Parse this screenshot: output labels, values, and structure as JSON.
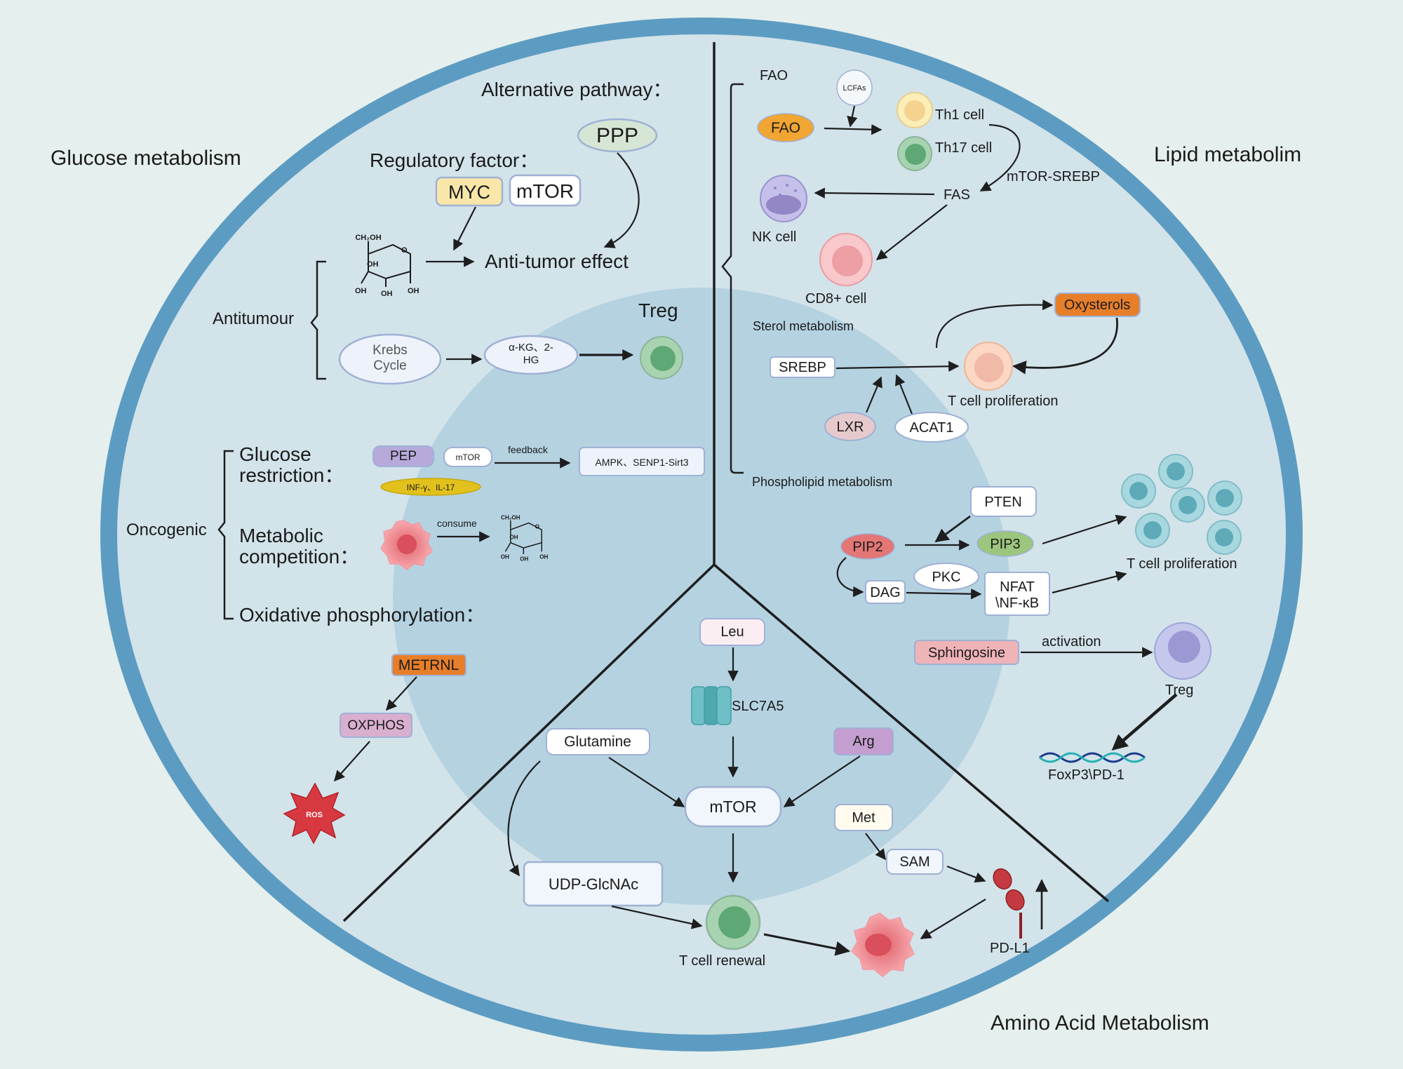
{
  "sections": {
    "glucose": "Glucose metabolism",
    "lipid": "Lipid metabolim",
    "amino": "Amino Acid Metabolism"
  },
  "glucose": {
    "alt_pathway": "Alternative pathway：",
    "ppp": "PPP",
    "regulatory": "Regulatory factor：",
    "myc": "MYC",
    "mtor": "mTOR",
    "glucose_groups": [
      "CH₂OH",
      "OH",
      "OH",
      "OH",
      "OH"
    ],
    "anti_tumor": "Anti-tumor effect",
    "antitumour": "Antitumour",
    "krebs1": "Krebs",
    "krebs2": "Cycle",
    "akg1": "α-KG、2-",
    "akg2": "HG",
    "treg": "Treg",
    "oncogenic": "Oncogenic",
    "glucose_restriction1": "Glucose",
    "glucose_restriction2": "restriction：",
    "pep": "PEP",
    "mtor_small": "mTOR",
    "feedback": "feedback",
    "ampk": "AMPK、SENP1-Sirt3",
    "inf": "INF-γ、IL-17",
    "metabolic1": "Metabolic",
    "metabolic2": "competition：",
    "consume": "consume",
    "oxphos_title": "Oxidative phosphorylation：",
    "metrnl": "METRNL",
    "oxphos": "OXPHOS",
    "ros": "ROS"
  },
  "lipid": {
    "fao_header": "FAO",
    "lcfas": "LCFAs",
    "fao": "FAO",
    "th1": "Th1 cell",
    "th17": "Th17 cell",
    "mtor_srebp": "mTOR-SREBP",
    "fas": "FAS",
    "nk": "NK cell",
    "cd8": "CD8+ cell",
    "sterol": "Sterol metabolism",
    "oxysterols": "Oxysterols",
    "srebp": "SREBP",
    "tcell_prolif": "T cell proliferation",
    "lxr": "LXR",
    "acat1": "ACAT1",
    "phospholipid": "Phospholipid metabolism",
    "pten": "PTEN",
    "pip2": "PIP2",
    "pip3": "PIP3",
    "tcell_prolif2": "T cell proliferation",
    "pkc": "PKC",
    "dag": "DAG",
    "nfat1": "NFAT",
    "nfat2": "\\NF-κB",
    "sphingosine": "Sphingosine",
    "activation": "activation",
    "treg": "Treg",
    "foxp3": "FoxP3\\PD-1"
  },
  "amino": {
    "leu": "Leu",
    "slc7a5": "SLC7A5",
    "glutamine": "Glutamine",
    "arg": "Arg",
    "mtor": "mTOR",
    "met": "Met",
    "sam": "SAM",
    "udp": "UDP-GlcNAc",
    "tcell_renewal": "T cell renewal",
    "pdl1": "PD-L1"
  },
  "colors": {
    "outer_ring": "#5d9cc2",
    "outer_fill": "#d2e3ea",
    "inner_fill": "#b5d2e1",
    "background": "#e5efed"
  }
}
